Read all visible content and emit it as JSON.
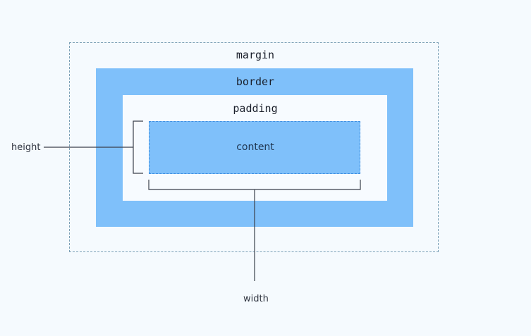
{
  "diagram": {
    "margin_label": "margin",
    "border_label": "border",
    "padding_label": "padding",
    "content_label": "content",
    "height_label": "height",
    "width_label": "width"
  },
  "colors": {
    "background": "#f5fafe",
    "box_blue": "#7fc0fa",
    "padding_white": "#f7fbff",
    "dashed_outline": "#7a9fb6",
    "content_outline": "#3d8ee0",
    "annotation_line": "#3a3f4a"
  }
}
